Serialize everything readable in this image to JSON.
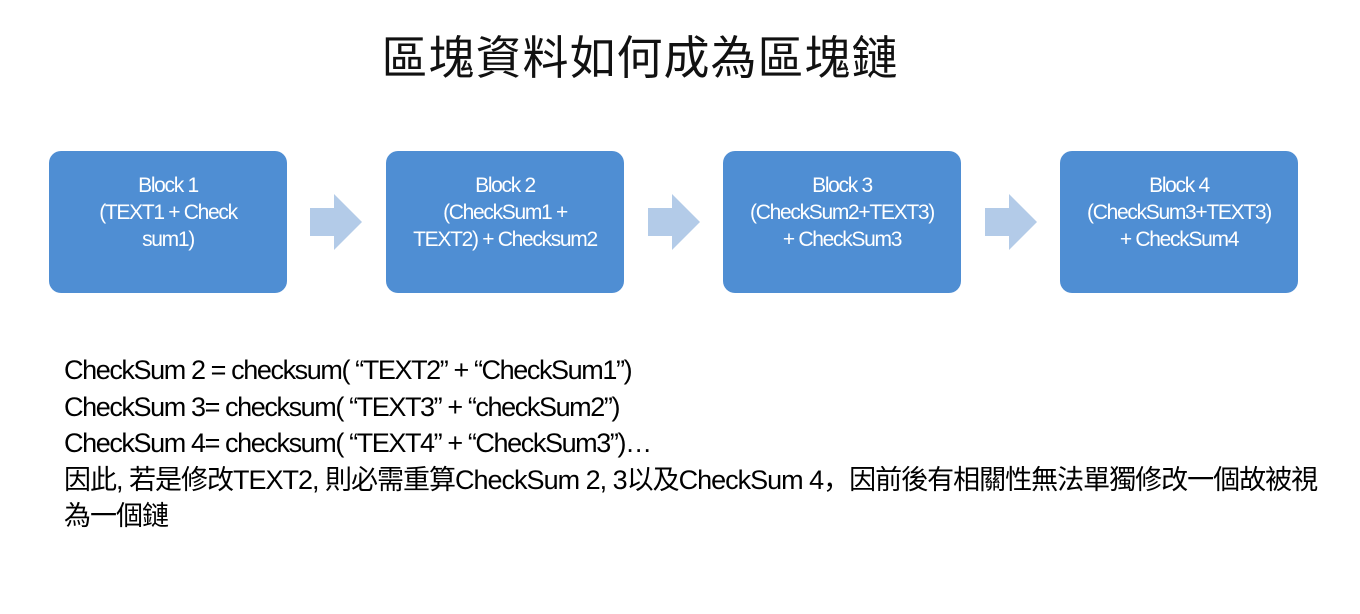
{
  "title": "區塊資料如何成為區塊鏈",
  "colors": {
    "block": "#4f8ed3",
    "arrow": "#b3cbe8",
    "block_text": "#ffffff"
  },
  "blocks": [
    {
      "lines": [
        "Block 1",
        "(TEXT1 + Check",
        "sum1)"
      ]
    },
    {
      "lines": [
        "Block 2",
        "(CheckSum1 +",
        "TEXT2) + Checksum2"
      ]
    },
    {
      "lines": [
        "Block 3",
        "(CheckSum2+TEXT3)",
        "+ CheckSum3"
      ]
    },
    {
      "lines": [
        "Block 4",
        "(CheckSum3+TEXT3)",
        "+ CheckSum4"
      ]
    }
  ],
  "arrows": [
    "arrow-right-icon",
    "arrow-right-icon",
    "arrow-right-icon"
  ],
  "text_lines": [
    "CheckSum 2 = checksum( “TEXT2” + “CheckSum1”)",
    "CheckSum 3= checksum( “TEXT3” + “checkSum2”)",
    "CheckSum 4= checksum( “TEXT4” + “CheckSum3”)…",
    "因此, 若是修改TEXT2, 則必需重算CheckSum 2, 3以及CheckSum 4，因前後有相關性無法單獨修改一個故被視為一個鏈"
  ]
}
